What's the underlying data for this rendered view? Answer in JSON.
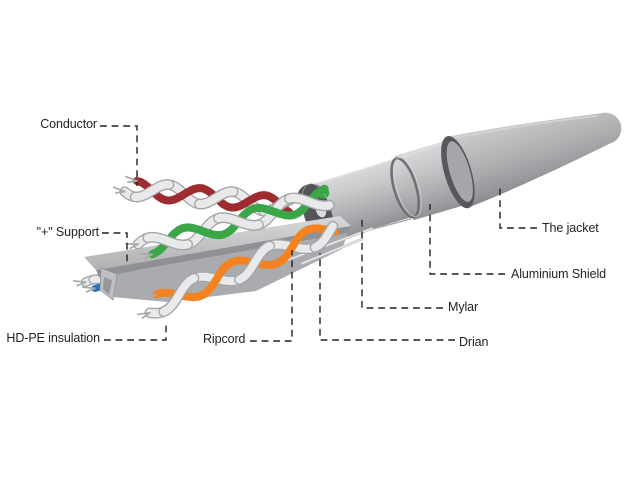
{
  "diagram": {
    "kind": "ftp-cable-structure-cutaway",
    "background": "#ffffff"
  },
  "labels": {
    "conductor": "Conductor",
    "support": "\"+\" Support",
    "hdpe_insulation": "HD-PE insulation",
    "ripcord": "Ripcord",
    "drian": "Drian",
    "mylar": "Mylar",
    "aluminium_shield": "Aluminium Shield",
    "the_jacket": "The jacket"
  },
  "colors": {
    "wire_red": "#9e2b2f",
    "wire_green": "#3aa648",
    "wire_orange": "#f58220",
    "wire_blue": "#2474bb",
    "wire_white": "#e8e9ea",
    "wire_outline": "#a3a5a8",
    "conductor_tip": "#a7a9ab",
    "cable_light": "#d8d9db",
    "cable_mid": "#b4b6b8",
    "cable_shadow": "#8f9194",
    "cable_dark_ring": "#57585b",
    "leader_line": "#231f20"
  }
}
